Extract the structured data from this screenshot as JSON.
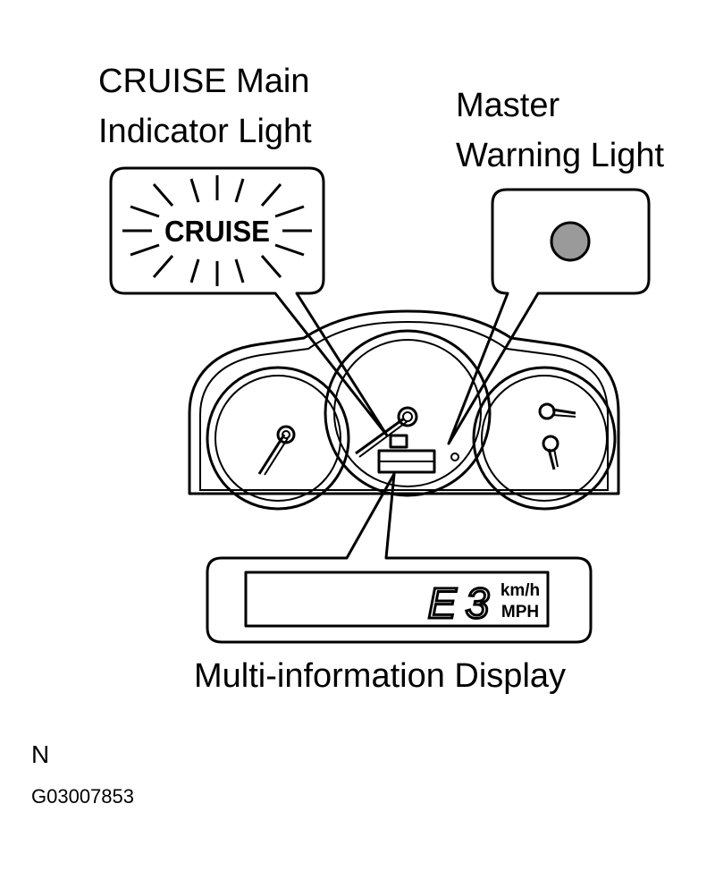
{
  "labels": {
    "cruise_main_line1": "CRUISE Main",
    "cruise_main_line2": "Indicator Light",
    "master_line1": "Master",
    "master_line2": "Warning Light",
    "multi_info": "Multi-information  Display",
    "orientation": "N",
    "figure_code": "G03007853"
  },
  "cruise_indicator": {
    "text": "CRUISE"
  },
  "display": {
    "reading": "E3",
    "unit_top": "km/h",
    "unit_bottom": "MPH"
  },
  "colors": {
    "warning_dot": "#9a9a9a",
    "line": "#000000",
    "background": "#ffffff"
  }
}
